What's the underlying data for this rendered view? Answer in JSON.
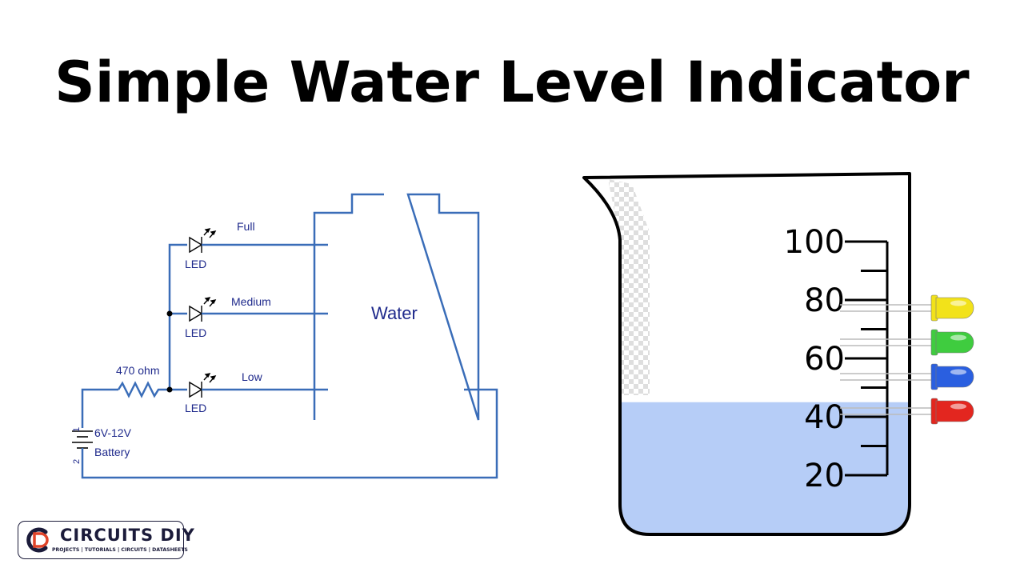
{
  "title": "Simple Water Level Indicator",
  "circuit": {
    "tank_label": "Water",
    "levels": [
      {
        "label": "Full",
        "led_label": "LED"
      },
      {
        "label": "Medium",
        "led_label": "LED"
      },
      {
        "label": "Low",
        "led_label": "LED"
      }
    ],
    "resistor_label": "470 ohm",
    "battery_voltage": "6V-12V",
    "battery_label": "Battery",
    "battery_pin_1": "1",
    "battery_pin_2": "2"
  },
  "beaker": {
    "scale_labels": [
      "100",
      "80",
      "60",
      "40",
      "20"
    ],
    "water_level": 45,
    "led_colors": [
      "#f2e21a",
      "#3fcc3f",
      "#2a5fe0",
      "#e3261f"
    ]
  },
  "colors": {
    "wire": "#3a6db8",
    "text": "#1f2a8c",
    "water": "#b6cdf7"
  },
  "logo": {
    "name": "CIRCUITS DIY",
    "tagline": "PROJECTS | TUTORIALS | CIRCUITS | DATASHEETS"
  }
}
